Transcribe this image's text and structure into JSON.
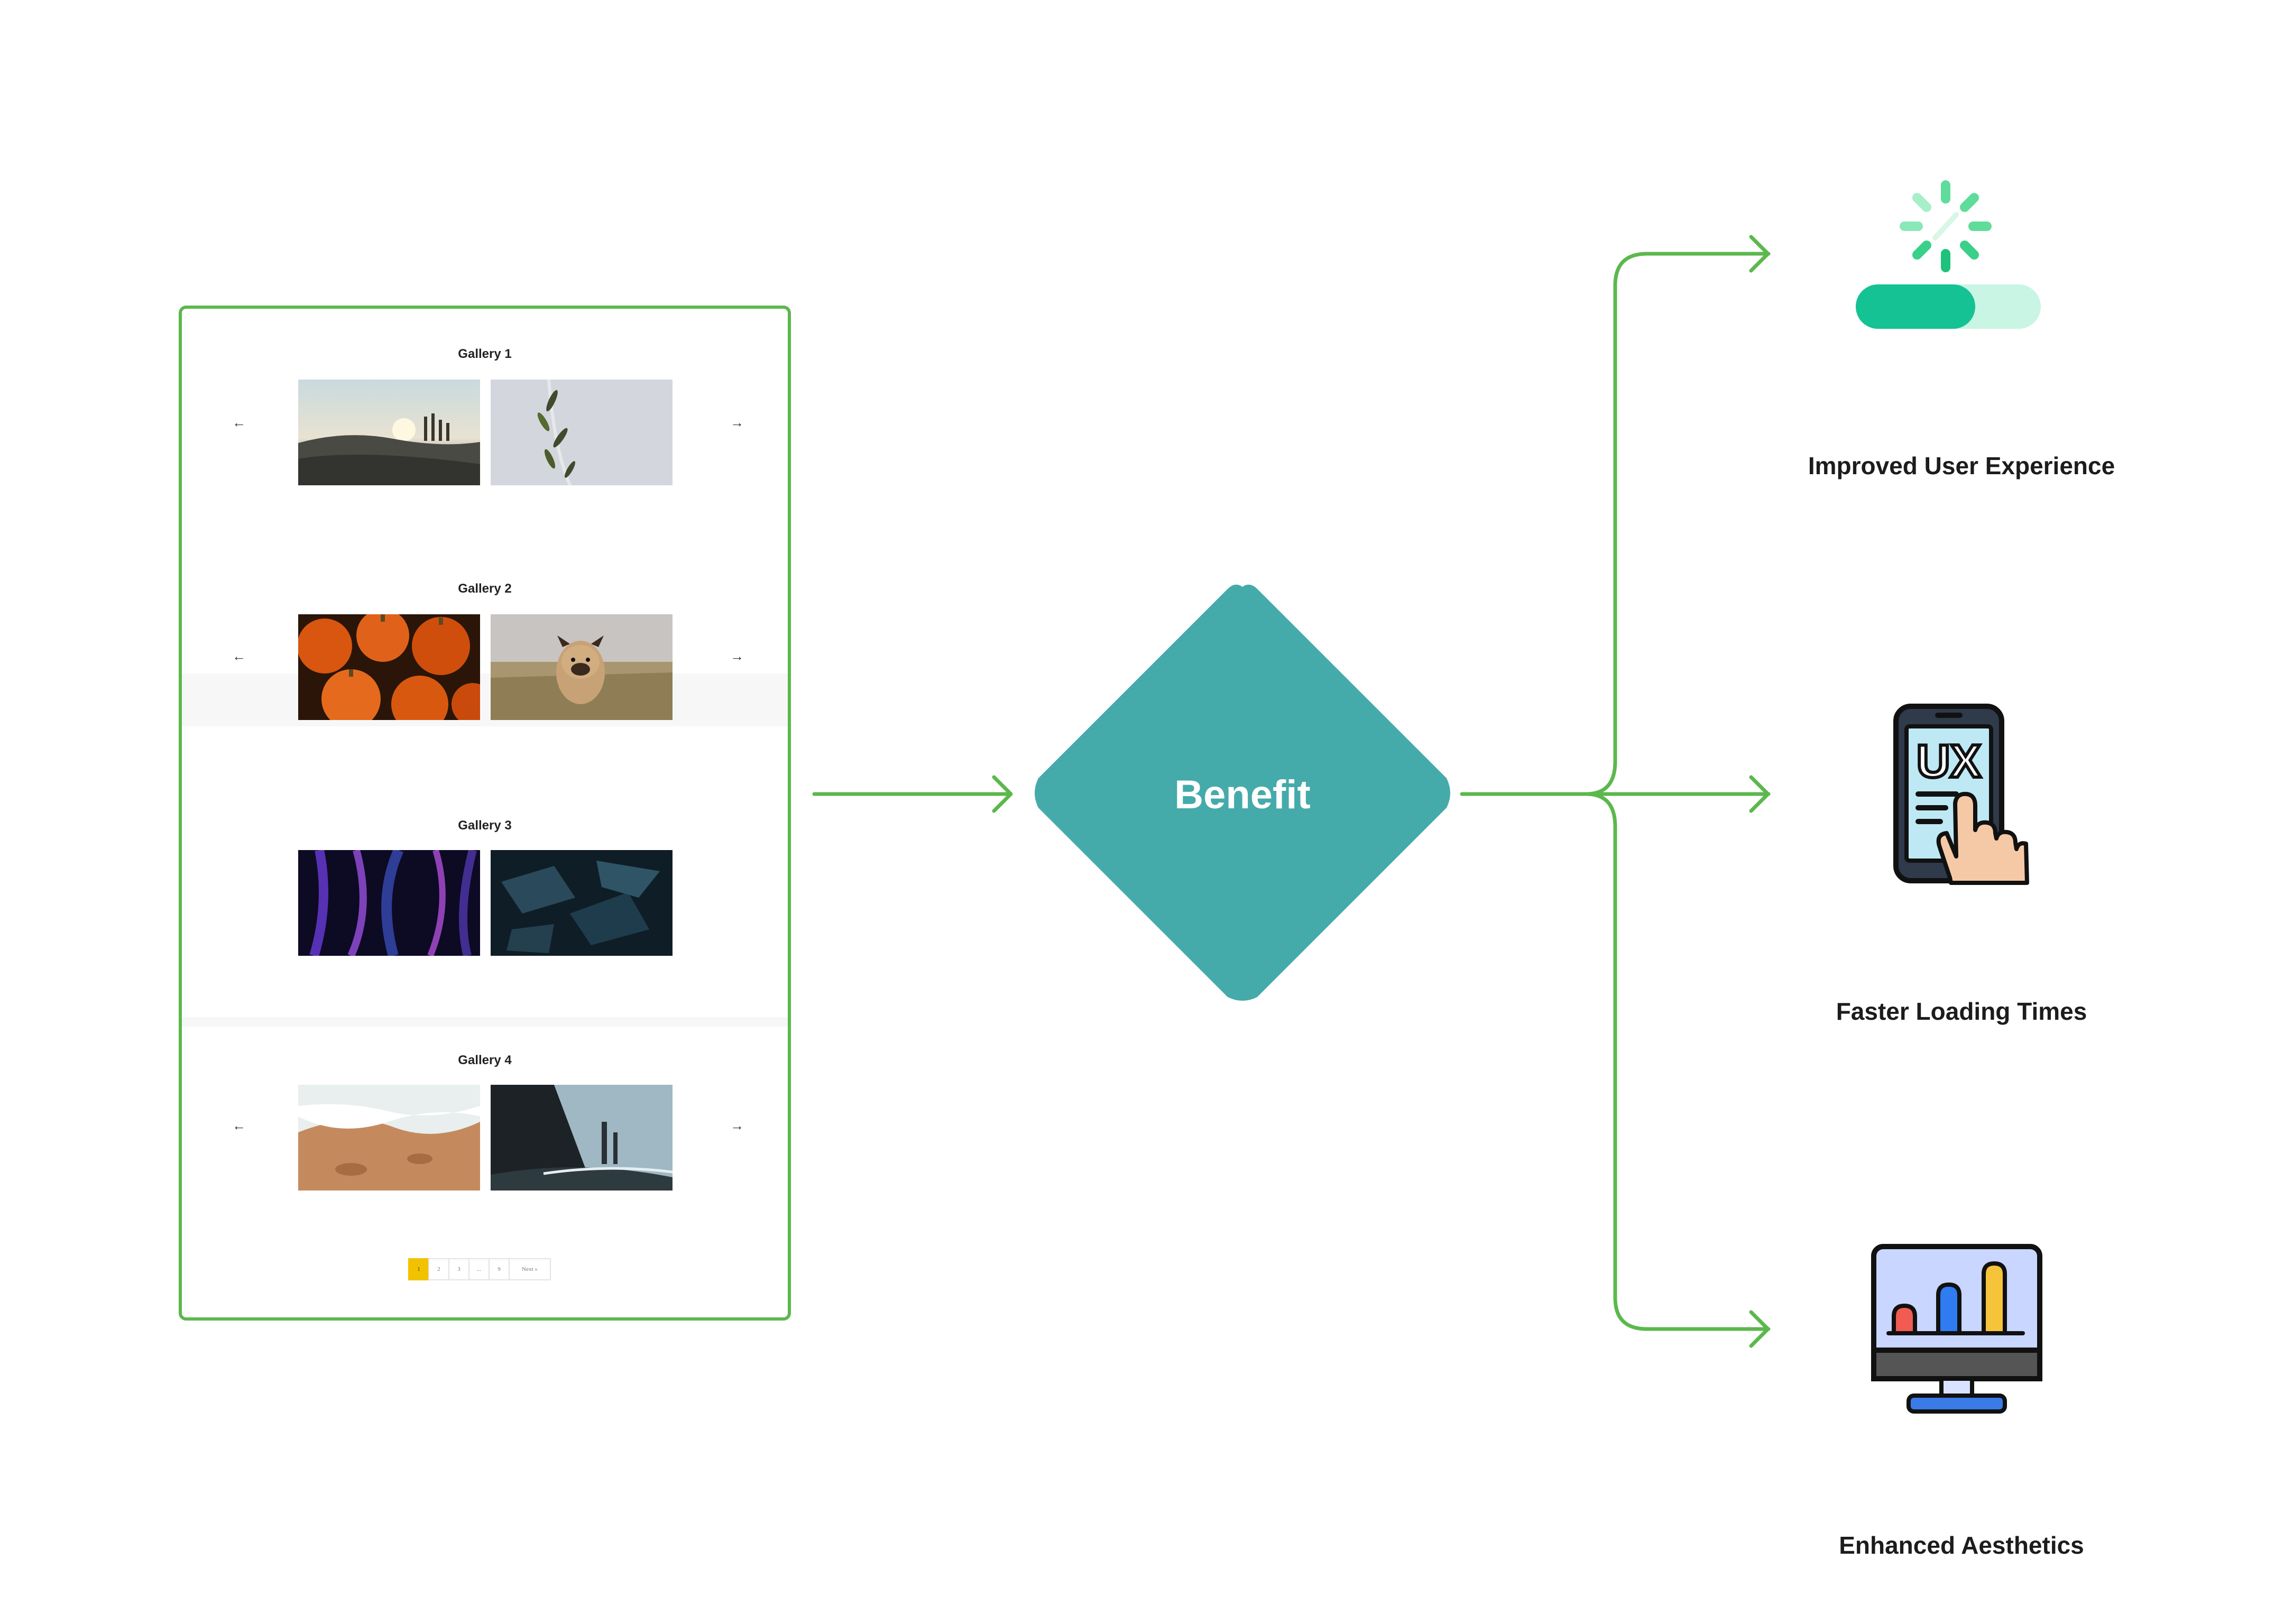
{
  "gallery_card": {
    "galleries": [
      {
        "title": "Gallery 1",
        "prev": "←",
        "next": "→"
      },
      {
        "title": "Gallery 2",
        "prev": "←",
        "next": "→"
      },
      {
        "title": "Gallery 3"
      },
      {
        "title": "Gallery 4",
        "prev": "←",
        "next": "→"
      }
    ],
    "pagination": [
      "1",
      "2",
      "3",
      "...",
      "9",
      "Next »"
    ]
  },
  "center_node": {
    "label": "Benefit",
    "color": "#45aaaa"
  },
  "benefits": [
    {
      "label": "Improved User Experience",
      "icon": "loading-slider-icon"
    },
    {
      "label": "Faster Loading Times",
      "icon": "ux-phone-touch-icon"
    },
    {
      "label": "Enhanced Aesthetics",
      "icon": "monitor-bar-chart-icon"
    }
  ],
  "colors": {
    "connector": "#5cb84d",
    "accent_active_page": "#f2c200"
  }
}
